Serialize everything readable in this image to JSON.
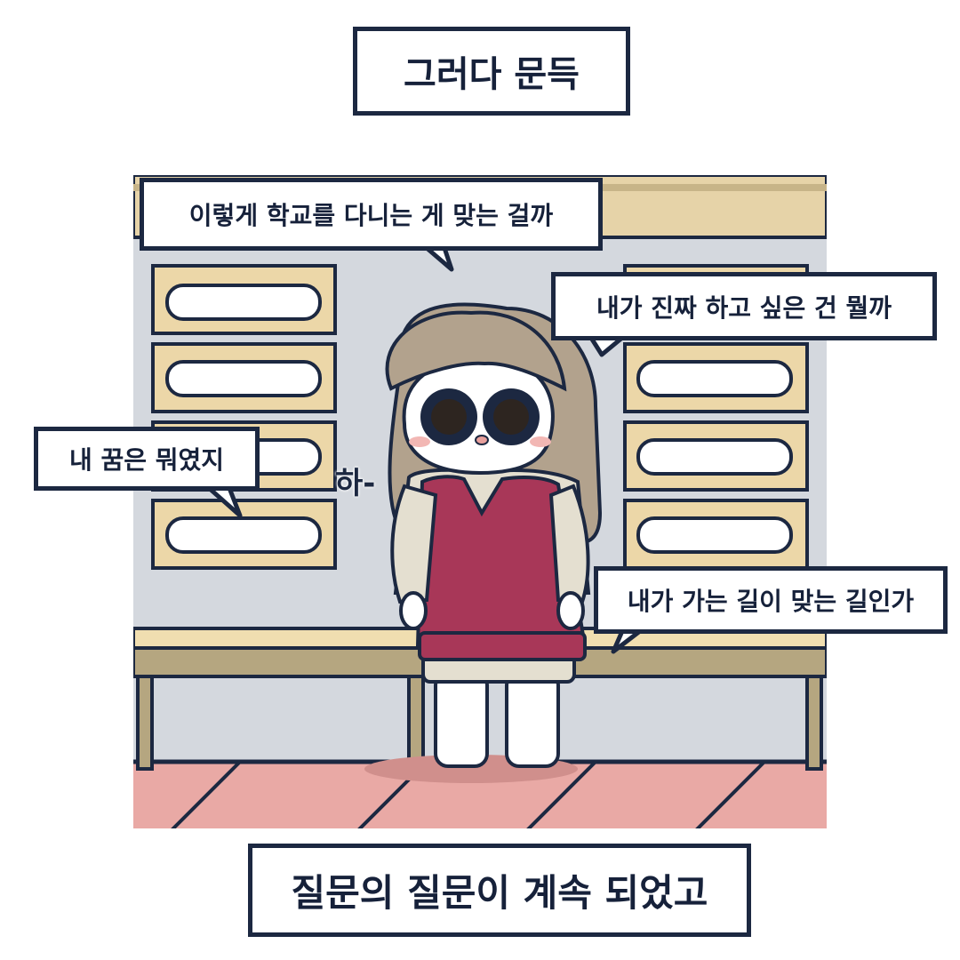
{
  "captions": {
    "top": "그러다 문득",
    "bottom": "질문의 질문이 계속 되었고"
  },
  "bubbles": {
    "b1": "이렇게 학교를 다니는 게 맞는 걸까",
    "b2": "내가 진짜 하고 싶은 건 뭘까",
    "b3": "내 꿈은 뭐였지",
    "b4": "내가 가는 길이 맞는 길인가"
  },
  "sound_effect": "하-",
  "colors": {
    "ink": "#1c2841",
    "wall": "#d4d8de",
    "board_frame": "#e6d3a8",
    "floor": "#e9a9a5",
    "vest": "#a83758",
    "hair": "#b2a28d"
  }
}
